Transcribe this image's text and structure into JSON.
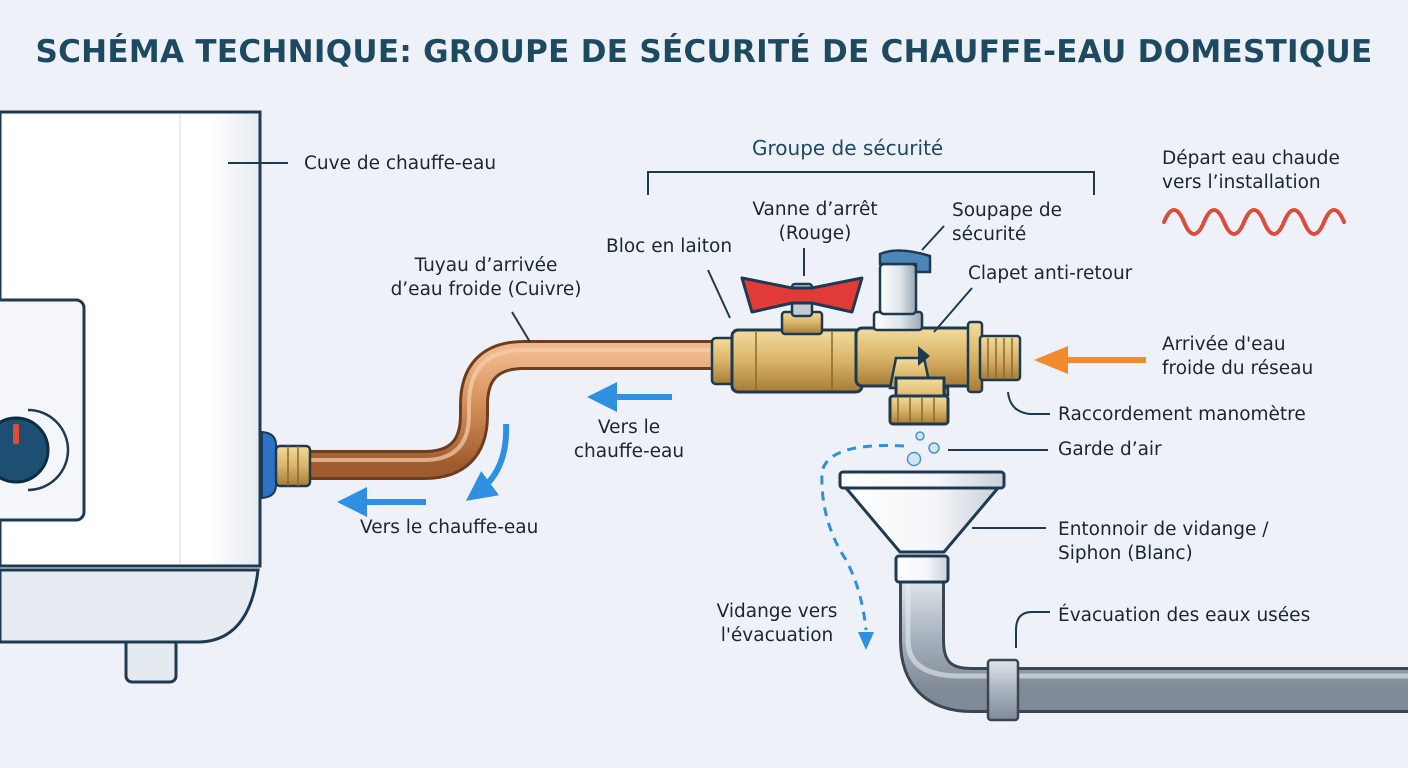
{
  "title": "SCHÉMA TECHNIQUE: GROUPE DE SÉCURITÉ DE CHAUFFE-EAU DOMESTIQUE",
  "group_label": "Groupe de sécurité",
  "labels": {
    "cuve": "Cuve de chauffe-eau",
    "tuyau": "Tuyau d’arrivée\nd’eau froide (Cuivre)",
    "bloc": "Bloc en laiton",
    "vanne": "Vanne d’arrêt\n(Rouge)",
    "soupape": "Soupape de\nsécurité",
    "clapet": "Clapet anti-retour",
    "depart": "Départ eau chaude\nvers l’installation",
    "arrivee": "Arrivée d'eau\nfroide du réseau",
    "raccordement": "Raccordement manomètre",
    "garde": "Garde d’air",
    "entonnoir": "Entonnoir de vidange /\nSiphon (Blanc)",
    "evacuation": "Évacuation des eaux usées",
    "vidange": "Vidange vers\nl'évacuation",
    "vers_mid": "Vers le\nchauffe-eau",
    "vers_low": "Vers le chauffe-eau"
  },
  "colors": {
    "title": "#1d4a60",
    "copper": "#d08a56",
    "brass": "#d9b46a",
    "valve_red": "#e23a36",
    "hot_wave": "#e04a3a",
    "cold_arrow": "#f08a2a",
    "flow_arrow": "#2f8fe0",
    "drain_pipe": "#a7b2be"
  }
}
